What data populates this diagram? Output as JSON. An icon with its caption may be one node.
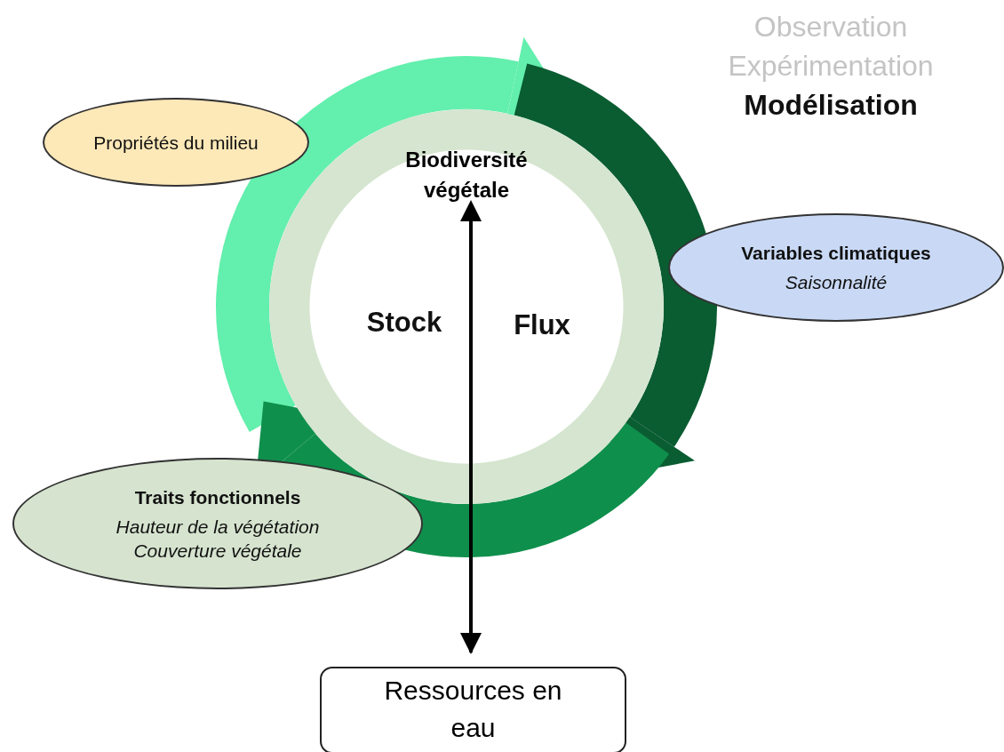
{
  "diagram": {
    "nodes": [
      {
        "text": [
          "Propriétés du milieu"
        ]
      },
      {
        "text": [],
        "shape": "circle"
      },
      {
        "text": [
          "Biodiversité végétale"
        ],
        "in": 1
      },
      {
        "text": [
          "Variables climatiques",
          "Saisonnalité"
        ]
      },
      {
        "text": [
          "Traits fonctionnels",
          "Hauteur de la végétation",
          "Couverture végétale"
        ]
      },
      {
        "text": [
          "Ressources en eau"
        ]
      }
    ],
    "edges": [
      {
        "from": 2,
        "to": 5,
        "arrow": "both"
      }
    ],
    "labels": [
      "Observation",
      "Expérimentation",
      "Modélisation",
      "Stock",
      "Flux"
    ]
  }
}
